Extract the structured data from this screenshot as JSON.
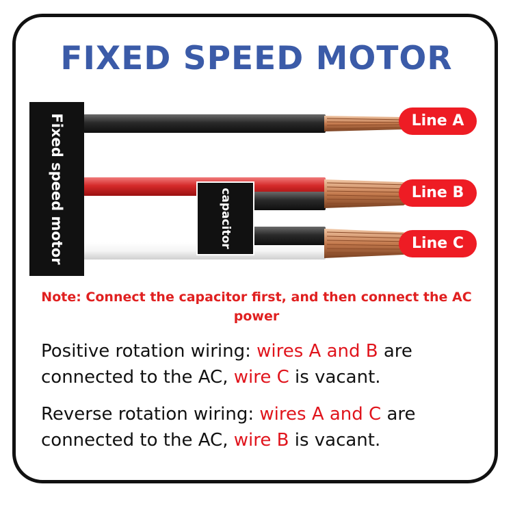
{
  "title": "FIXED SPEED MOTOR",
  "motor_label": "Fixed speed motor",
  "capacitor_label": "capacitor",
  "lines": {
    "a": "Line A",
    "b": "Line B",
    "c": "Line C"
  },
  "note": "Note: Connect the capacitor first, and then connect the AC power",
  "positive": {
    "lead": "Positive rotation wiring: ",
    "wires": "wires A and B",
    "mid": " are connected to the AC, ",
    "vacant": "wire C",
    "end": " is vacant."
  },
  "reverse": {
    "lead": "Reverse rotation wiring: ",
    "wires": "wires A and C",
    "mid": " are connected to the AC, ",
    "vacant": "wire B",
    "end": " is vacant."
  },
  "colors": {
    "title": "#3b5ba8",
    "accent_red": "#ee1c24",
    "wire_black": "#2a2a2a",
    "wire_red": "#d62a2a",
    "wire_white": "#f2f2f2",
    "copper": "#c8825a"
  }
}
